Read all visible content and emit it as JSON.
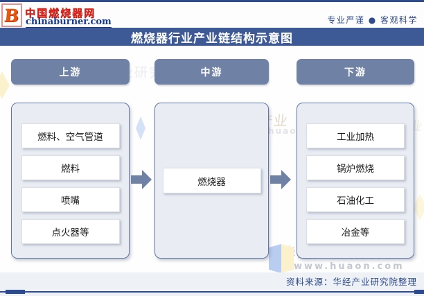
{
  "header": {
    "logo": {
      "icon": "flame-b-logo",
      "letter": "B"
    },
    "site_name": "中国燃烧器网",
    "site_url": "chinaburner.com",
    "tagline": "专业严谨 ● 客观科学"
  },
  "title_bar": {
    "title": "燃烧器行业产业链结构示意图"
  },
  "diagram": {
    "columns": [
      {
        "header": "上游",
        "items": [
          "燃料、空气管道",
          "燃料",
          "喷嘴",
          "点火器等"
        ]
      },
      {
        "header": "中游",
        "items": [
          "燃烧器"
        ]
      },
      {
        "header": "下游",
        "items": [
          "工业加热",
          "锅炉燃烧",
          "石油化工",
          "冶金等"
        ]
      }
    ],
    "arrow_icon": "right-arrow"
  },
  "watermark": {
    "institute": "华经产业研究院",
    "website": "www.huaon.com",
    "brand_short": "华经产业"
  },
  "footer": {
    "source": "资料来源：华经产业研究院整理"
  },
  "colors": {
    "navy": "#3D5A96",
    "rule_navy": "#2E4B8F",
    "slate_blue": "#6F82A6",
    "container_fill": "#E9EDF3",
    "container_border": "#5F76A4",
    "footer_bg": "#EEF1F6",
    "logo_red": "#E1251B",
    "logo_blue": "#16388E"
  }
}
